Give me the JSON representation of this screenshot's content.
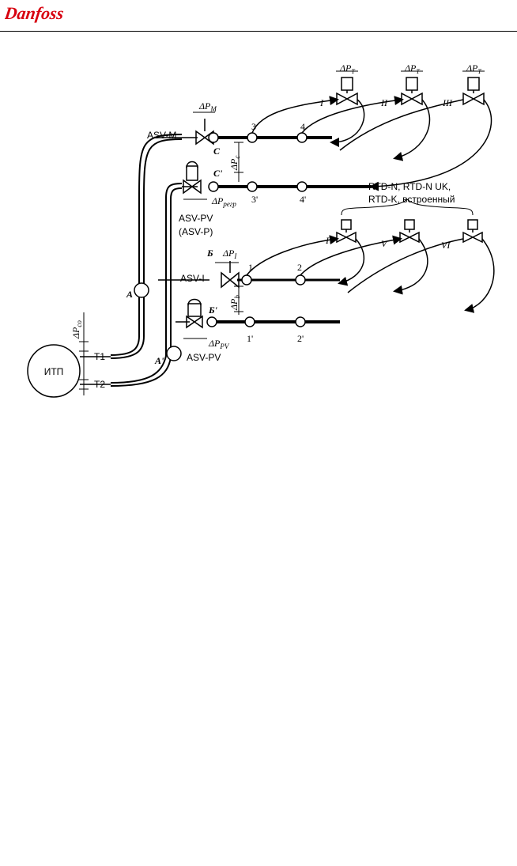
{
  "brand": {
    "logo_text": "Danfoss",
    "color": "#d7000f"
  },
  "diagram": {
    "itp": "ИТП",
    "t1": "T1",
    "t2": "T2",
    "dp_co": "ΔP",
    "dp_co_sub": "co",
    "node_a": "A",
    "node_a2": "A'",
    "asv_m": "ASV-M",
    "asv_pv_top": "ASV-PV",
    "asv_p": "(ASV-P)",
    "asv_i": "ASV-I",
    "asv_pv_bottom": "ASV-PV",
    "dp_m": "ΔP",
    "dp_m_sub": "M",
    "dp_reg": "ΔP",
    "dp_reg_sub": "регр",
    "dp_i": "ΔP",
    "dp_i_sub": "I",
    "dp_pv": "ΔP",
    "dp_pv_sub": "PV",
    "dp_v_top": "ΔP",
    "dp_v_top_sub": "c",
    "dp_v_bottom": "ΔP",
    "dp_v_bottom_sub": "b",
    "dp_t": "ΔP",
    "dp_t_sub": "T",
    "node_c": "C",
    "node_c2": "C'",
    "node_b": "Б",
    "node_b2": "Б'",
    "n1": "1",
    "n2": "2",
    "n3": "3",
    "n4": "4",
    "n1p": "1'",
    "n2p": "2'",
    "n3p": "3'",
    "n4p": "4'",
    "r1": "I",
    "r2": "II",
    "r3": "III",
    "r4": "IV",
    "r5": "V",
    "r6": "VI",
    "rtd_line1": "RTD-N, RTD-N UK,",
    "rtd_line2": "RTD-K, встроенный"
  }
}
